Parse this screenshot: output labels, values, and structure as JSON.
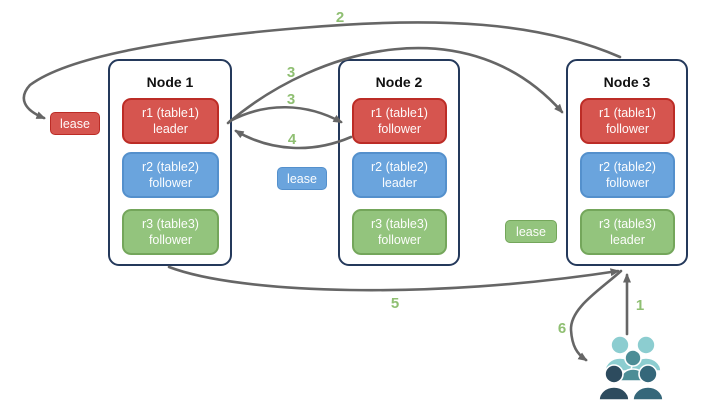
{
  "nodes": [
    {
      "title": "Node 1",
      "replicas": [
        {
          "name": "r1 (table1)",
          "role": "leader",
          "color": "red"
        },
        {
          "name": "r2 (table2)",
          "role": "follower",
          "color": "blue"
        },
        {
          "name": "r3 (table3)",
          "role": "follower",
          "color": "green"
        }
      ]
    },
    {
      "title": "Node 2",
      "replicas": [
        {
          "name": "r1 (table1)",
          "role": "follower",
          "color": "red"
        },
        {
          "name": "r2 (table2)",
          "role": "leader",
          "color": "blue"
        },
        {
          "name": "r3 (table3)",
          "role": "follower",
          "color": "green"
        }
      ]
    },
    {
      "title": "Node 3",
      "replicas": [
        {
          "name": "r1 (table1)",
          "role": "follower",
          "color": "red"
        },
        {
          "name": "r2 (table2)",
          "role": "follower",
          "color": "blue"
        },
        {
          "name": "r3 (table3)",
          "role": "leader",
          "color": "green"
        }
      ]
    }
  ],
  "leases": [
    {
      "label": "lease",
      "color": "#d6554f",
      "for": "table1"
    },
    {
      "label": "lease",
      "color": "#6aa4dd",
      "for": "table2"
    },
    {
      "label": "lease",
      "color": "#93c47d",
      "for": "table3"
    }
  ],
  "steps": {
    "s1": "1",
    "s2": "2",
    "s3a": "3",
    "s3b": "3",
    "s4": "4",
    "s5": "5",
    "s6": "6"
  },
  "icons": {
    "users": "users-group-icon"
  },
  "colors": {
    "replica_red": "#d6554f",
    "replica_red_border": "#bc2c26",
    "replica_blue": "#6aa4dd",
    "replica_blue_border": "#5490cc",
    "replica_green": "#93c47d",
    "replica_green_border": "#74a65b",
    "node_border": "#24395b",
    "arrow": "#666666",
    "step_label": "#8fbf72",
    "users_light": "#8ccdd0",
    "users_medium": "#4d8d96",
    "users_dark_left": "#2d4b5e",
    "users_dark_right": "#35677a"
  }
}
